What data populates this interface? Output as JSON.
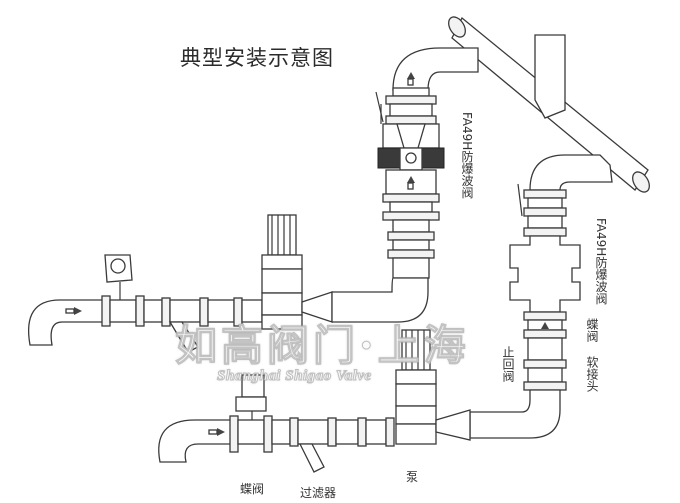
{
  "title": "典型安装示意图",
  "labels": {
    "valve_vertical": "FA49H防爆波阀",
    "valve_right": "FA49H防爆波阀",
    "butterfly_right": "蝶阀",
    "soft_joint": "软接头",
    "check_valve": "止回阀",
    "pump": "泵",
    "butterfly_bottom": "蝶阀",
    "filter": "过滤器"
  },
  "watermark": {
    "cn": "如高阀门·上海",
    "en": "Shanghai Shigao Valve"
  },
  "colors": {
    "line": "#3a3a3a",
    "fill": "#ffffff",
    "dark": "#3a3a3a"
  }
}
